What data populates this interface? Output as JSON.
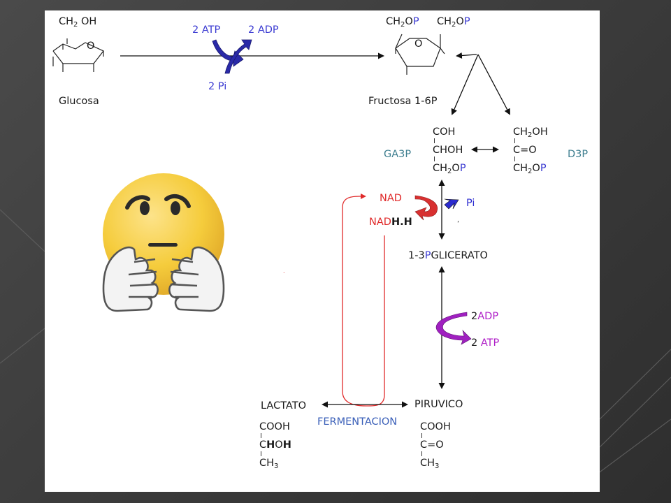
{
  "colors": {
    "phosphate": "#3c3cd2",
    "nad": "#e02a2a",
    "pi": "#2b2bd0",
    "adp_atp": "#b020c8",
    "fermentation": "#3a5fb8",
    "ga3p": "#3f7f90",
    "d3p": "#3f7f90",
    "emoji": "#f5cc3c"
  },
  "icons": {
    "emoji": "worried-face-with-hands-icon"
  },
  "glucose": {
    "label": "Glucosa",
    "ch2": "CH",
    "sub2": "2",
    "oh": " OH",
    "ring_o": "O"
  },
  "step1": {
    "atp": "2 ATP",
    "adp": "2 ADP",
    "pi": "2 Pi"
  },
  "fructose": {
    "label": "Fructosa 1-6P",
    "ch2": "CH",
    "sub2": "2",
    "o": "O",
    "p": "P",
    "ring_o": "O"
  },
  "ga3p": {
    "label": "GA3P",
    "l1": "COH",
    "l2": "CHOH",
    "l3a": "CH",
    "l3sub": "2",
    "l3b": "O",
    "l3p": "P"
  },
  "d3p": {
    "label": "D3P",
    "l1a": "CH",
    "l1sub": "2",
    "l1b": "OH",
    "l2": "C=O",
    "l3a": "CH",
    "l3sub": "2",
    "l3b": "O",
    "l3p": "P"
  },
  "redox": {
    "nad": "NAD",
    "nadh_a": "NAD",
    "nadh_b": "H.H",
    "pi": "Pi"
  },
  "glicerato": {
    "pre": "1-3",
    "p": "P",
    "post": "GLICERATO"
  },
  "step_atp": {
    "adp": "ADP",
    "atp": "ATP",
    "n": "2"
  },
  "piruvico": {
    "label": "PIRUVICO",
    "l1": "COOH",
    "l2": "C=O",
    "l3": "CH",
    "l3sub": "3"
  },
  "lactato": {
    "label": "LACTATO",
    "l1": "COOH",
    "l2a": "C",
    "l2b": "H",
    "l2c": "O",
    "l2d": "H",
    "l3": "CH",
    "l3sub": "3"
  },
  "fermentation": {
    "label": "FERMENTACION"
  }
}
